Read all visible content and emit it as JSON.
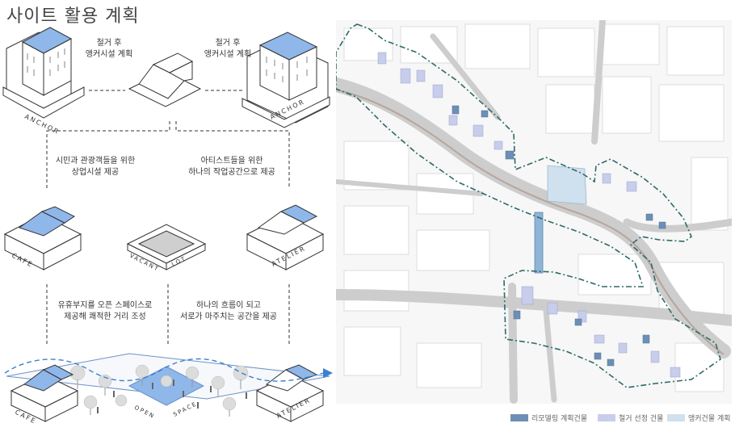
{
  "title": "사이트 활용 계획",
  "demolish_notes": {
    "left": [
      "철거 후",
      "앵커시설 계획"
    ],
    "right": [
      "철거 후",
      "앵커시설 계획"
    ]
  },
  "mid_notes": {
    "left": [
      "시민과 관광객들을 위한",
      "상업시설 제공"
    ],
    "right": [
      "아티스트들을 위한",
      "하나의 작업공간으로 제공"
    ]
  },
  "low_notes": {
    "left": [
      "유휴부지를 오픈 스페이스로",
      "제공해 쾌적한 거리 조성"
    ],
    "right": [
      "하나의 흐름이 되고",
      "서로가 마주치는 공간을 제공"
    ]
  },
  "building_labels": {
    "anchor_left": "ANCHOR",
    "anchor_right": "ANCHOR",
    "cafe": "CAFE",
    "vacant": "VACANT",
    "lot": "LOT",
    "atelier": "ATELIER",
    "cafe_bottom": "CAFE",
    "open": "OPEN",
    "space": "SPACE",
    "atelier_bottom": "ATELIER"
  },
  "legend": [
    {
      "label": "리모델링 계획건물",
      "color": "#6d8fb5"
    },
    {
      "label": "철거 선정 건물",
      "color": "#c7cdea"
    },
    {
      "label": "앵커건물 계획",
      "color": "#cfe0ee"
    }
  ],
  "colors": {
    "blue_roof": "#8fb7ea",
    "boundary": "#2e6a68",
    "road": "#c8c8c8"
  }
}
